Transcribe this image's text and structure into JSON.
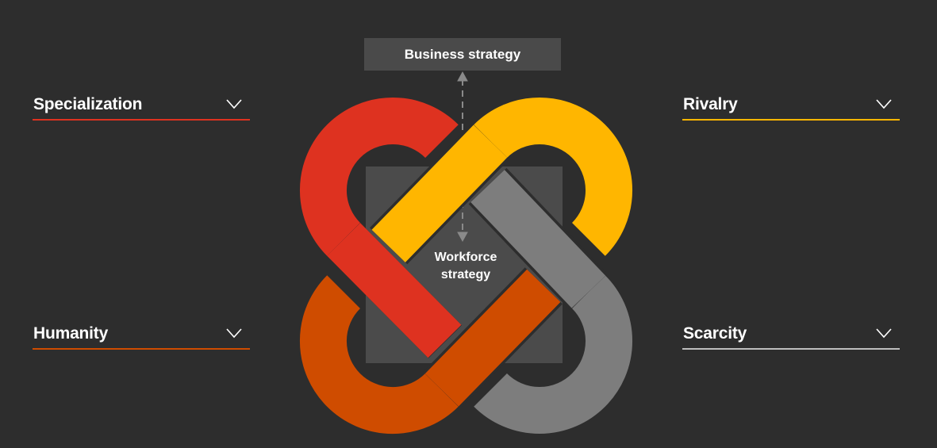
{
  "diagram": {
    "top_box": {
      "label": "Business strategy"
    },
    "center_box": {
      "line1": "Workforce",
      "line2": "strategy"
    },
    "colors": {
      "background": "#2d2d2d",
      "center_square": "#4b4b4b",
      "arrow": "#8a8a8a",
      "specialization": "#de3220",
      "rivalry": "#ffb600",
      "humanity": "#cf4c00",
      "scarcity": "#7d7d7d"
    }
  },
  "accordions": [
    {
      "label": "Specialization",
      "color": "#de3220",
      "icon": "chevron-down-icon"
    },
    {
      "label": "Rivalry",
      "color": "#ffb600",
      "icon": "chevron-down-icon"
    },
    {
      "label": "Humanity",
      "color": "#cf4c00",
      "icon": "chevron-down-icon"
    },
    {
      "label": "Scarcity",
      "color": "#bdbdbd",
      "icon": "chevron-down-icon"
    }
  ]
}
